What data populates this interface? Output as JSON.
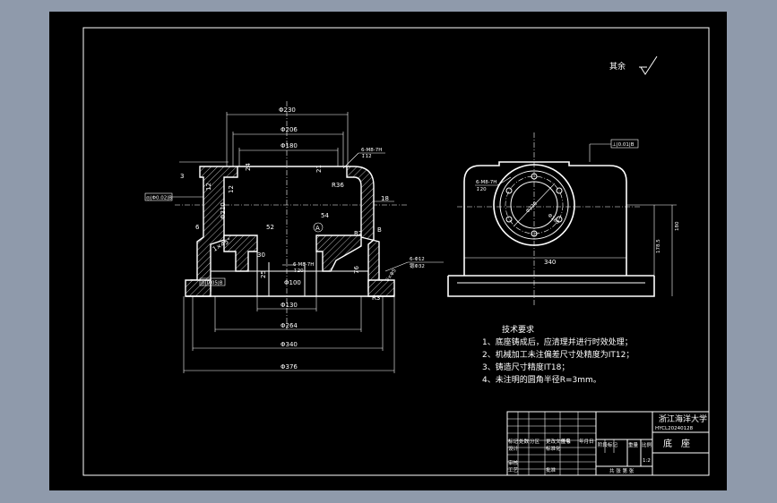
{
  "roughness": {
    "label": "其余",
    "symbol": "✓"
  },
  "front_view": {
    "dims": {
      "d230": "Φ230",
      "d206": "Φ206",
      "d180": "Φ180",
      "dim_3": "3",
      "dim_24": "24",
      "dim_21": "21",
      "dim_12": "12",
      "dim_18": "18",
      "dim_210": "Φ210",
      "dim_6": "6",
      "dim_r2": "R2",
      "dim_r36": "R36",
      "dim_1x45": "1×45°",
      "dim_52": "52",
      "dim_54": "54",
      "dim_30": "30",
      "d100": "Φ100",
      "d130": "Φ130",
      "d264": "Φ264",
      "d340": "Φ340",
      "d376": "Φ376",
      "dim_25": "25",
      "dim_76": "76",
      "dim_r3": "R3",
      "hole_label": "6-M8-7H",
      "hole_depth": "↧12",
      "tap_label": "6-M8-7H",
      "tap_depth": "↧20",
      "bolt_label": "6-Φ12",
      "bolt_label2": "锪Φ32",
      "dim_6x5": "6×Φ5",
      "datum_b": "B",
      "mark_a": "A"
    },
    "tolerance_frame": "◎|Φ0.02|B",
    "tolerance_frame2": "◎|0.05|B"
  },
  "side_view": {
    "dims": {
      "d340": "340",
      "h1": "178.5",
      "h2": "180",
      "pcd": "Φ220",
      "d180": "Φ180",
      "slot_label": "6-M8-7H",
      "slot_depth": "↧20"
    },
    "tolerance_frame": "⊥|0.01|B"
  },
  "tech_notes": {
    "heading": "技术要求",
    "items": [
      "1、底座铸成后，应清理并进行时效处理；",
      "2、机械加工未注偏差尺寸处精度为IT12；",
      "3、铸造尺寸精度IT18；",
      "4、未注明的圆角半径R=3mm。"
    ]
  },
  "title_block": {
    "school": "浙江海洋大学",
    "code": "HYCL20240128",
    "part_name": "底　座",
    "scale": "1:2",
    "sheet_info": "共 张 第 张",
    "row_labels": [
      "标记",
      "处数",
      "分区",
      "更改文件号",
      "签名",
      "年月日"
    ],
    "role_labels": [
      "设计",
      "审核",
      "工艺",
      "标准化",
      "批准"
    ],
    "stage_label": "阶段标记",
    "weight_label": "重量",
    "scale_label": "比例"
  }
}
